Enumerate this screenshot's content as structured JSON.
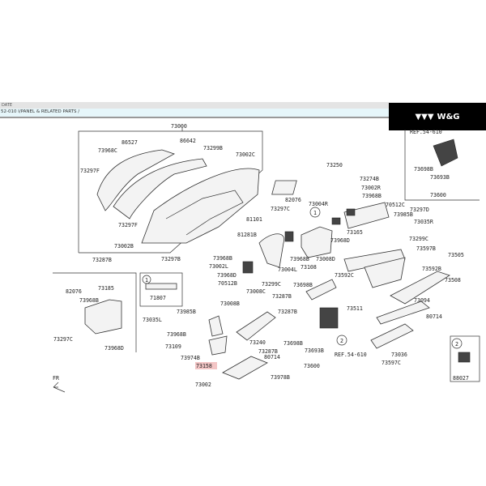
{
  "header": {
    "date_label": "DATE",
    "breadcrumb": "52-010  I/PANEL & RELATED PARTS /"
  },
  "logo": {
    "text": "W&G"
  },
  "labels": [
    "73000",
    "86527",
    "86642",
    "73299B",
    "73968C",
    "73002C",
    "73297F",
    "73297F",
    "73002B",
    "73287B",
    "73297B",
    "73250",
    "73274B",
    "73002R",
    "73968B",
    "82076",
    "73004R",
    "70512C",
    "73297C",
    "73297D",
    "73985B",
    "73035R",
    "81101",
    "73165",
    "81281B",
    "73968D",
    "73968B",
    "73008D",
    "73299C",
    "73597B",
    "73505",
    "73968B",
    "73002L",
    "73004L",
    "73108",
    "73968D",
    "70512B",
    "73592B",
    "73592C",
    "73508",
    "73698B",
    "73299C",
    "73008C",
    "73287B",
    "73094",
    "73287B",
    "73511",
    "73008B",
    "80714",
    "73985B",
    "73035L",
    "73968B",
    "73698B",
    "73240",
    "73693B",
    "REF.54-610",
    "73036",
    "73109",
    "73287B",
    "73974B",
    "80714",
    "73597C",
    "73600",
    "73158",
    "73978B",
    "88027",
    "73002",
    "82076",
    "73185",
    "73968B",
    "73297C",
    "73968D",
    "71807",
    "REF.54-610",
    "73698B",
    "73693B",
    "73600"
  ],
  "callouts": [
    "1",
    "1",
    "2",
    "2"
  ],
  "orientation": "FR",
  "highlight_color": "#f3c5c5"
}
